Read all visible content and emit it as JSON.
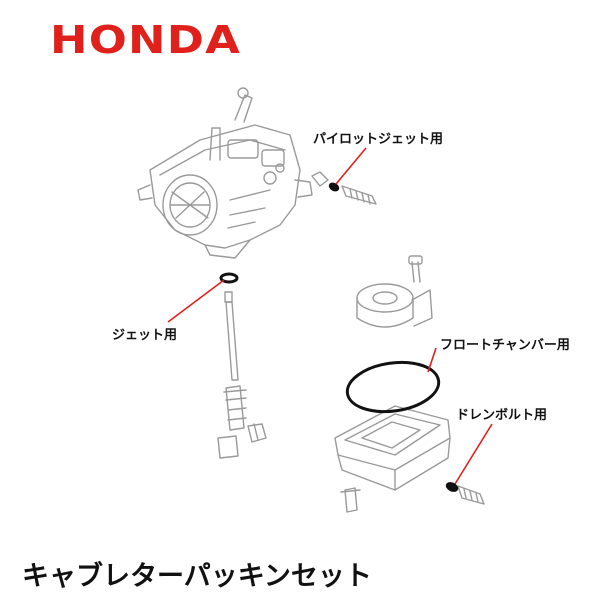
{
  "brand": {
    "logo_text": "HONDA",
    "color": "#e0201b"
  },
  "callouts": {
    "pilot_jet": "パイロットジェット用",
    "jet": "ジェット用",
    "float_chamber": "フロートチャンバー用",
    "drain_bolt": "ドレンボルト用"
  },
  "caption": "キャブレターパッキンセット",
  "colors": {
    "leader_line": "#e0201b",
    "outline": "#9a9a9a",
    "gasket": "#111111"
  }
}
